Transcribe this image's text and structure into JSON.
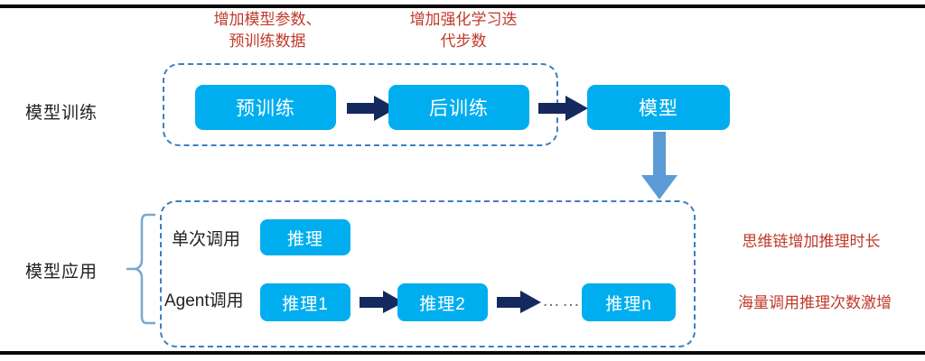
{
  "diagram": {
    "title_rules": {
      "top": "",
      "bottom": ""
    },
    "sections": [
      {
        "id": "training",
        "label": "模型训练",
        "boxes": [
          {
            "name": "pretrain",
            "text": "预训练"
          },
          {
            "name": "posttrain",
            "text": "后训练"
          },
          {
            "name": "model",
            "text": "模型"
          }
        ]
      },
      {
        "id": "application",
        "label": "模型应用",
        "rows": [
          {
            "name": "single-call",
            "label": "单次调用",
            "boxes": [
              {
                "name": "inference",
                "text": "推理"
              }
            ]
          },
          {
            "name": "agent-call",
            "label": "Agent调用",
            "boxes": [
              {
                "name": "inference-1",
                "text": "推理1"
              },
              {
                "name": "inference-2",
                "text": "推理2"
              },
              {
                "name": "inference-n",
                "text": "推理n"
              }
            ],
            "ellipsis": "……"
          }
        ]
      }
    ],
    "annotations": {
      "top_left": "增加模型参数、\n预训练数据",
      "top_left_line1": "增加模型参数、",
      "top_left_line2": "预训练数据",
      "top_right_line1": "增加强化学习迭",
      "top_right_line2": "代步数",
      "right_upper": "思维链增加推理时长",
      "right_lower": "海量调用推理次数激增"
    },
    "colors": {
      "box_fill": "#00aeef",
      "arrow_dark": "#14295e",
      "connector_blue": "#5b9bd5",
      "dashed_border": "#3b7fc4",
      "annotation_red": "#c0392b",
      "text_dark": "#231f20",
      "rule_black": "#0a0a0a"
    }
  }
}
